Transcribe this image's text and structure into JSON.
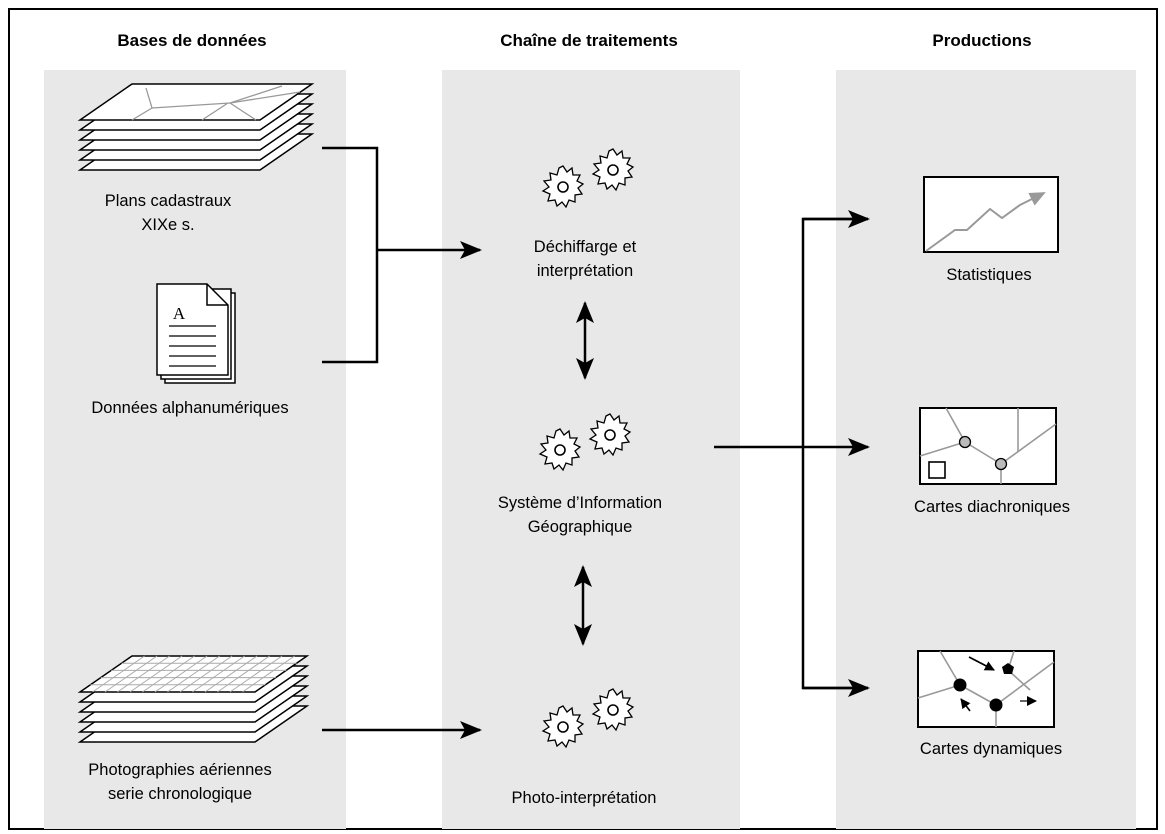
{
  "columns": {
    "databases": {
      "header": "Bases de données"
    },
    "processing": {
      "header": "Chaîne de traitements"
    },
    "productions": {
      "header": "Productions"
    }
  },
  "databases": {
    "cadastral": {
      "line1": "Plans cadastraux",
      "line2": "XIXe s.",
      "icon": "stacked-sheets-icon"
    },
    "alphanumeric": {
      "line1": "Données alphanumériques",
      "doc_letter": "A",
      "icon": "document-stack-icon"
    },
    "aerial": {
      "line1": "Photographies aériennes",
      "line2": "serie chronologique",
      "icon": "stacked-grid-sheets-icon"
    }
  },
  "processing": {
    "deciphering": {
      "line1": "Déchiffarge et",
      "line2": "interprétation",
      "icon": "gears-icon"
    },
    "gis": {
      "line1": "Système d’Information",
      "line2": "Géographique",
      "icon": "gears-icon"
    },
    "photo": {
      "line1": "Photo-interprétation",
      "icon": "gears-icon"
    }
  },
  "productions": {
    "statistics": {
      "line1": "Statistiques",
      "icon": "line-chart-icon"
    },
    "diachronic": {
      "line1": "Cartes diachroniques",
      "icon": "map-icon"
    },
    "dynamic": {
      "line1": "Cartes dynamiques",
      "icon": "dynamic-map-icon"
    }
  },
  "colors": {
    "panel": "#e8e8e8",
    "line": "#000000",
    "accent_gray": "#9a9a9a"
  }
}
